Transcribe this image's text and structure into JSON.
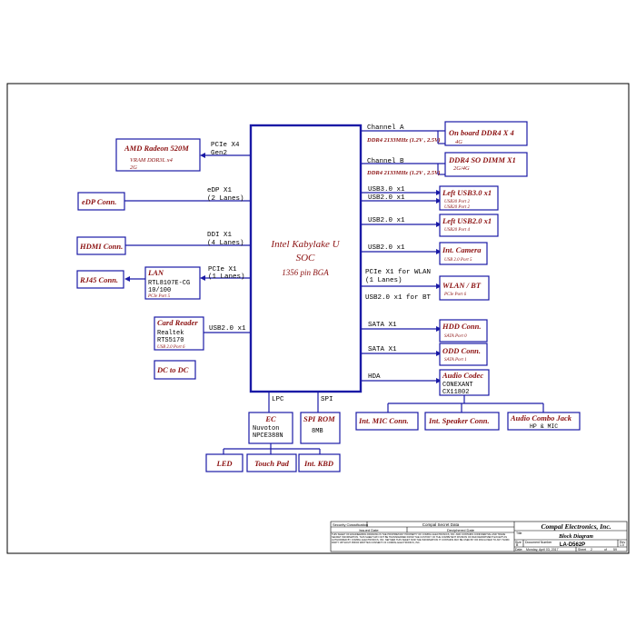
{
  "soc": {
    "line1": "Intel Kabylake U",
    "line2": "SOC",
    "line3": "1356 pin BGA"
  },
  "blocks": {
    "gpu": {
      "title": "AMD Radeon 520M",
      "sub1": "VRAM DDR3L x4",
      "sub2": "2G"
    },
    "edp": {
      "title": "eDP Conn."
    },
    "hdmi": {
      "title": "HDMI Conn."
    },
    "rj45": {
      "title": "RJ45 Conn."
    },
    "lan": {
      "title": "LAN",
      "line1": "RTL8107E-CG",
      "line2": "10/100",
      "sub": "PCIe Port 5"
    },
    "card": {
      "title": "Card Reader",
      "line1": "Realtek",
      "line2": "RTS5170",
      "sub": "USB 2.0 Port 6"
    },
    "dc": {
      "title": "DC to DC"
    },
    "ddr_a": {
      "title": "On board DDR4 X 4",
      "sub": "4G"
    },
    "ddr_b": {
      "title": "DDR4 SO DIMM X1",
      "sub": "2G/4G"
    },
    "usb3": {
      "title": "Left USB3.0 x1",
      "sub1": "USB30 Port 2",
      "sub2": "USB20 Port 2"
    },
    "usb2": {
      "title": "Left USB2.0 x1",
      "sub": "USB20 Port 4"
    },
    "cam": {
      "title": "Int. Camera",
      "sub": "USB 2.0 Port 5"
    },
    "wlan": {
      "title": "WLAN / BT",
      "sub": "PCIe Port 6"
    },
    "hdd": {
      "title": "HDD Conn.",
      "sub": "SATA Port 0"
    },
    "odd": {
      "title": "ODD Conn.",
      "sub": "SATA Port 1"
    },
    "codec": {
      "title": "Audio Codec",
      "line1": "CONEXANT",
      "line2": "CX11802"
    },
    "mic": {
      "title": "Int. MIC Conn."
    },
    "spk": {
      "title": "Int. Speaker Conn."
    },
    "jack": {
      "title": "Audio Combo Jack",
      "line1": "HP & MIC"
    },
    "ec": {
      "title": "EC",
      "line1": "Nuvoton",
      "line2": "NPCE388N"
    },
    "spirom": {
      "title": "SPI ROM",
      "line1": "8MB"
    },
    "led": {
      "title": "LED"
    },
    "touchpad": {
      "title": "Touch Pad"
    },
    "kbd": {
      "title": "Int. KBD"
    }
  },
  "buses": {
    "pcie_gpu": {
      "l1": "PCIe X4",
      "l2": "Gen2"
    },
    "edp": {
      "l1": "eDP X1",
      "l2": "(2 Lanes)"
    },
    "ddi": {
      "l1": "DDI X1",
      "l2": "(4 Lanes)"
    },
    "pcie_lan": {
      "l1": "PCIe X1",
      "l2": "(1 Lanes)"
    },
    "usb_card": {
      "l1": "USB2.0 x1"
    },
    "chan_a": {
      "l1": "Channel A",
      "l2": "DDR4 2133MHz (1.2V , 2.5V)"
    },
    "chan_b": {
      "l1": "Channel B",
      "l2": "DDR4 2133MHz (1.2V , 2.5V)"
    },
    "usb3": {
      "l1": "USB3.0 x1",
      "l2": "USB2.0 x1"
    },
    "usb2": {
      "l1": "USB2.0 x1"
    },
    "cam": {
      "l1": "USB2.0 x1"
    },
    "wlan": {
      "l1": "PCIe X1 for WLAN",
      "l2": "(1 Lanes)",
      "l3": "USB2.0 x1 for BT"
    },
    "hdd": {
      "l1": "SATA X1"
    },
    "odd": {
      "l1": "SATA X1"
    },
    "hda": {
      "l1": "HDA"
    },
    "lpc": {
      "l1": "LPC"
    },
    "spi": {
      "l1": "SPI"
    }
  },
  "title_block": {
    "security": "Security Classification",
    "secret": "Compal Secret Data",
    "issued": "Issued Date",
    "deciphered": "Deciphered Date",
    "company": "Compal Electronics, Inc.",
    "title_label": "Title",
    "doc_title": "Block Diagram",
    "size_label": "Size",
    "doc_num_label": "Document Number",
    "rev_label": "Rev",
    "size_val": "B",
    "doc_num": "LA-D562P",
    "rev": "1.0",
    "date_label": "Date:",
    "date": "Monday, April 03, 2017",
    "sheet_label": "Sheet",
    "sheet": "2",
    "of_label": "of",
    "of": "59",
    "notice": "THIS SHEET OF ENGINEERING DRAWING IS THE PROPRIETARY PROPERTY OF COMPAL ELECTRONICS, INC. AND CONTAINS CONFIDENTIAL AND TRADE SECRET INFORMATION. THIS SHEET MAY NOT BE TRANSFERRED FROM THE CUSTODY OF THE COMPETENT DIVISION OF R&D DEPARTMENT EXCEPT AS AUTHORIZED BY COMPAL ELECTRONICS, INC. NEITHER THIS SHEET NOR THE INFORMATION IT CONTAINS MAY BE USED BY OR DISCLOSED TO ANY THIRD PARTY WITHOUT PRIOR WRITTEN CONSENT OF COMPAL ELECTRONICS, INC."
  }
}
